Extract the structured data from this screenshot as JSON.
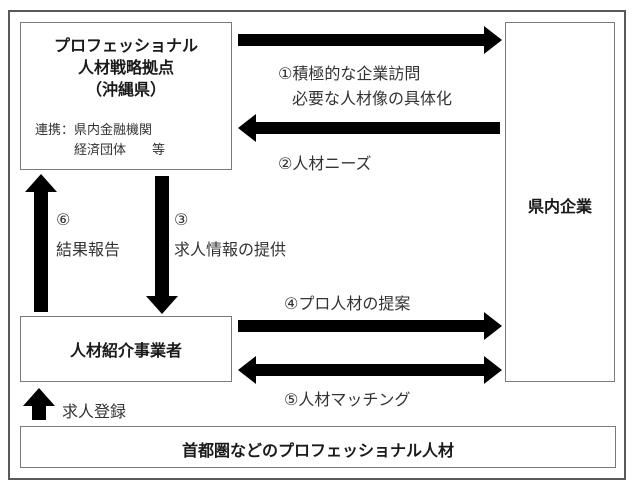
{
  "nodes": {
    "hq": {
      "title_lines": [
        "プロフェッショナル",
        "人材戦略拠点",
        "（沖縄県）"
      ],
      "partner_lines": [
        "連携：県内金融機関",
        "　　　経済団体　　等"
      ]
    },
    "companies": "県内企業",
    "agency": "人材紹介事業者",
    "talent": "首都圏などのプロフェッショナル人材"
  },
  "edges": {
    "e1": [
      "①積極的な企業訪問",
      "必要な人材像の具体化"
    ],
    "e2": "②人材ニーズ",
    "e3": [
      "③",
      "求人情報の提供"
    ],
    "e4": "④プロ人材の提案",
    "e5": "⑤人材マッチング",
    "e6": [
      "⑥",
      "結果報告"
    ],
    "e7": "求人登録"
  },
  "colors": {
    "arrow": "#000000",
    "box_border": "#7a7a7a",
    "frame_border": "#5a5a5a"
  }
}
